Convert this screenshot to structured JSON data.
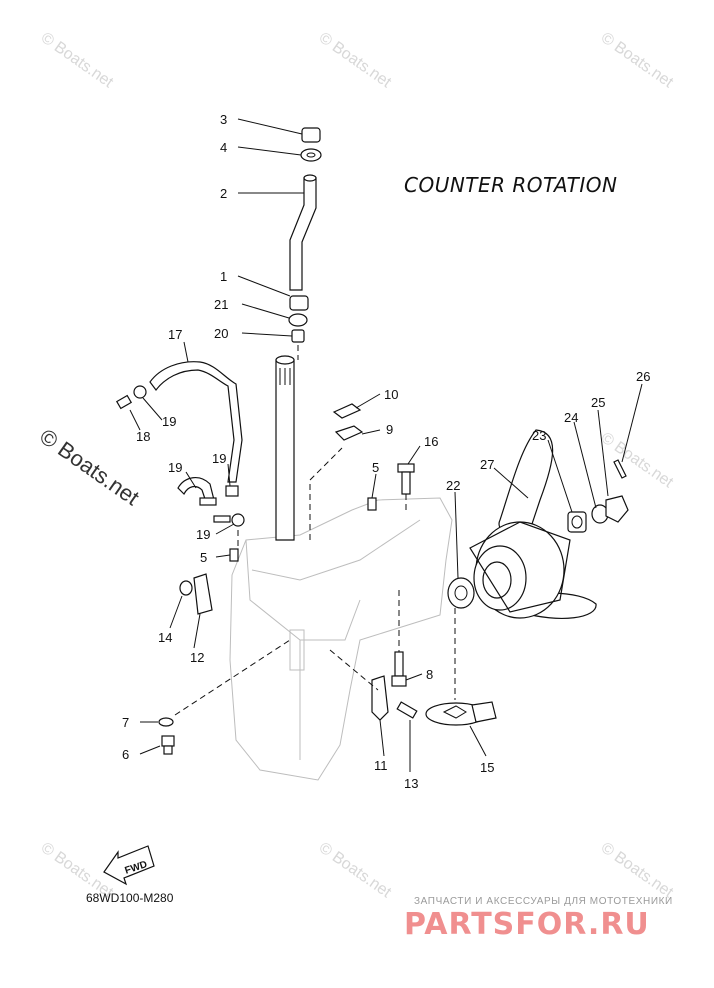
{
  "diagram": {
    "title": "COUNTER  ROTATION",
    "diagram_code": "68WD100-M280",
    "fwd_label": "FWD",
    "callouts": [
      {
        "id": "c3",
        "label": "3"
      },
      {
        "id": "c4",
        "label": "4"
      },
      {
        "id": "c2",
        "label": "2"
      },
      {
        "id": "c1",
        "label": "1"
      },
      {
        "id": "c21",
        "label": "21"
      },
      {
        "id": "c20",
        "label": "20"
      },
      {
        "id": "c17",
        "label": "17"
      },
      {
        "id": "c19a",
        "label": "19"
      },
      {
        "id": "c18",
        "label": "18"
      },
      {
        "id": "c19b",
        "label": "19"
      },
      {
        "id": "c19c",
        "label": "19"
      },
      {
        "id": "c19d",
        "label": "19"
      },
      {
        "id": "c10",
        "label": "10"
      },
      {
        "id": "c9",
        "label": "9"
      },
      {
        "id": "c16",
        "label": "16"
      },
      {
        "id": "c5a",
        "label": "5"
      },
      {
        "id": "c5b",
        "label": "5"
      },
      {
        "id": "c26",
        "label": "26"
      },
      {
        "id": "c25",
        "label": "25"
      },
      {
        "id": "c24",
        "label": "24"
      },
      {
        "id": "c23",
        "label": "23"
      },
      {
        "id": "c27",
        "label": "27"
      },
      {
        "id": "c22",
        "label": "22"
      },
      {
        "id": "c14",
        "label": "14"
      },
      {
        "id": "c12",
        "label": "12"
      },
      {
        "id": "c8",
        "label": "8"
      },
      {
        "id": "c7",
        "label": "7"
      },
      {
        "id": "c6",
        "label": "6"
      },
      {
        "id": "c11",
        "label": "11"
      },
      {
        "id": "c13",
        "label": "13"
      },
      {
        "id": "c15",
        "label": "15"
      }
    ]
  },
  "watermarks": {
    "copyright": "© Boats.net",
    "small": "© Boats.net"
  },
  "promo": {
    "tagline": "ЗАПЧАСТИ И АКСЕССУАРЫ ДЛЯ МОТОТЕХНИКИ",
    "brand": "PARTSFOR.RU"
  }
}
